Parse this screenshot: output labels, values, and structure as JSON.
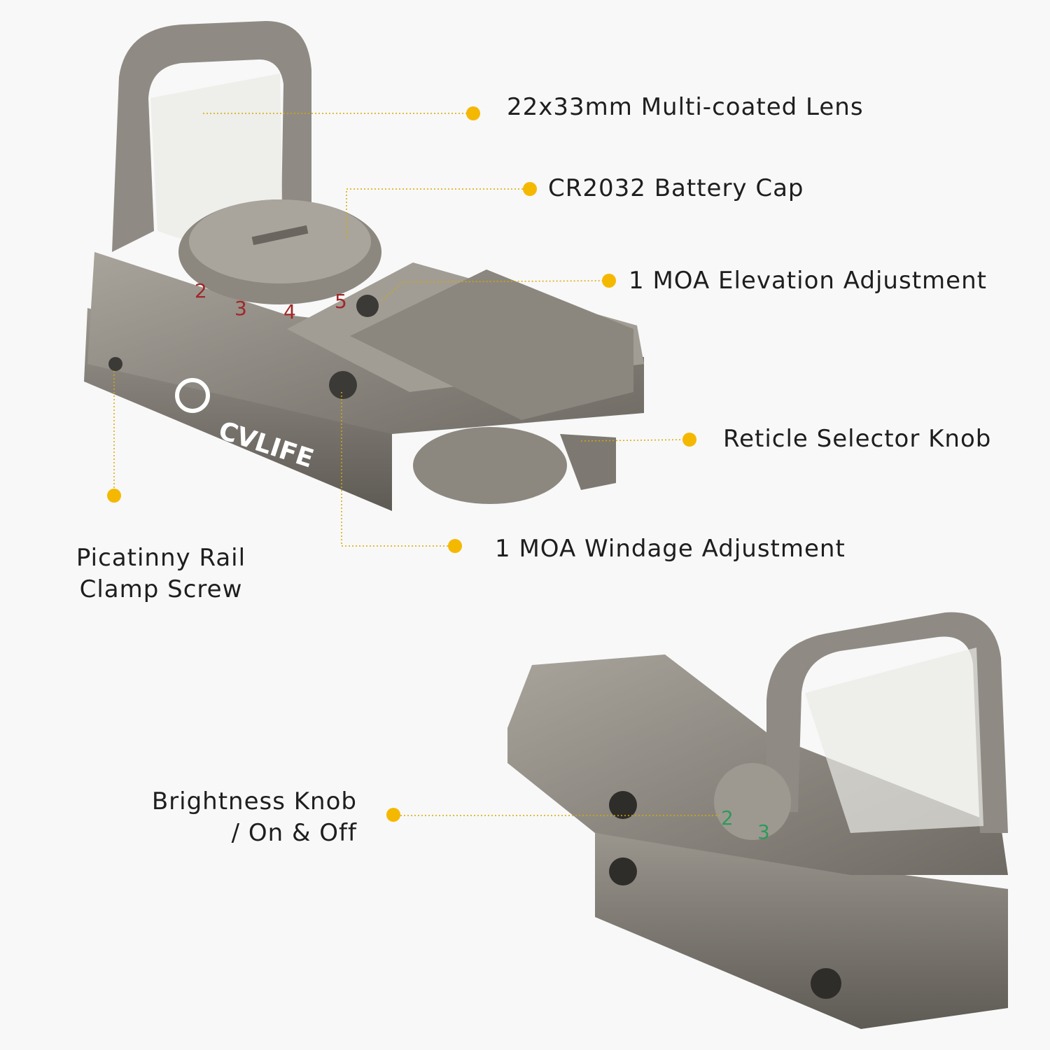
{
  "accent_color": "#F5B800",
  "logo_text": "CVLIFE",
  "dial_numbers_top": [
    "2",
    "3",
    "4",
    "5"
  ],
  "dial_numbers_bottom": [
    "2",
    "3"
  ],
  "callouts": {
    "lens": "22x33mm Multi-coated Lens",
    "battery": "CR2032 Battery Cap",
    "elevation": "1 MOA Elevation Adjustment",
    "reticle": "Reticle Selector Knob",
    "windage": "1 MOA Windage Adjustment",
    "picatinny_line1": "Picatinny Rail",
    "picatinny_line2": "Clamp Screw",
    "brightness_line1": "Brightness Knob",
    "brightness_line2": "/ On & Off"
  }
}
